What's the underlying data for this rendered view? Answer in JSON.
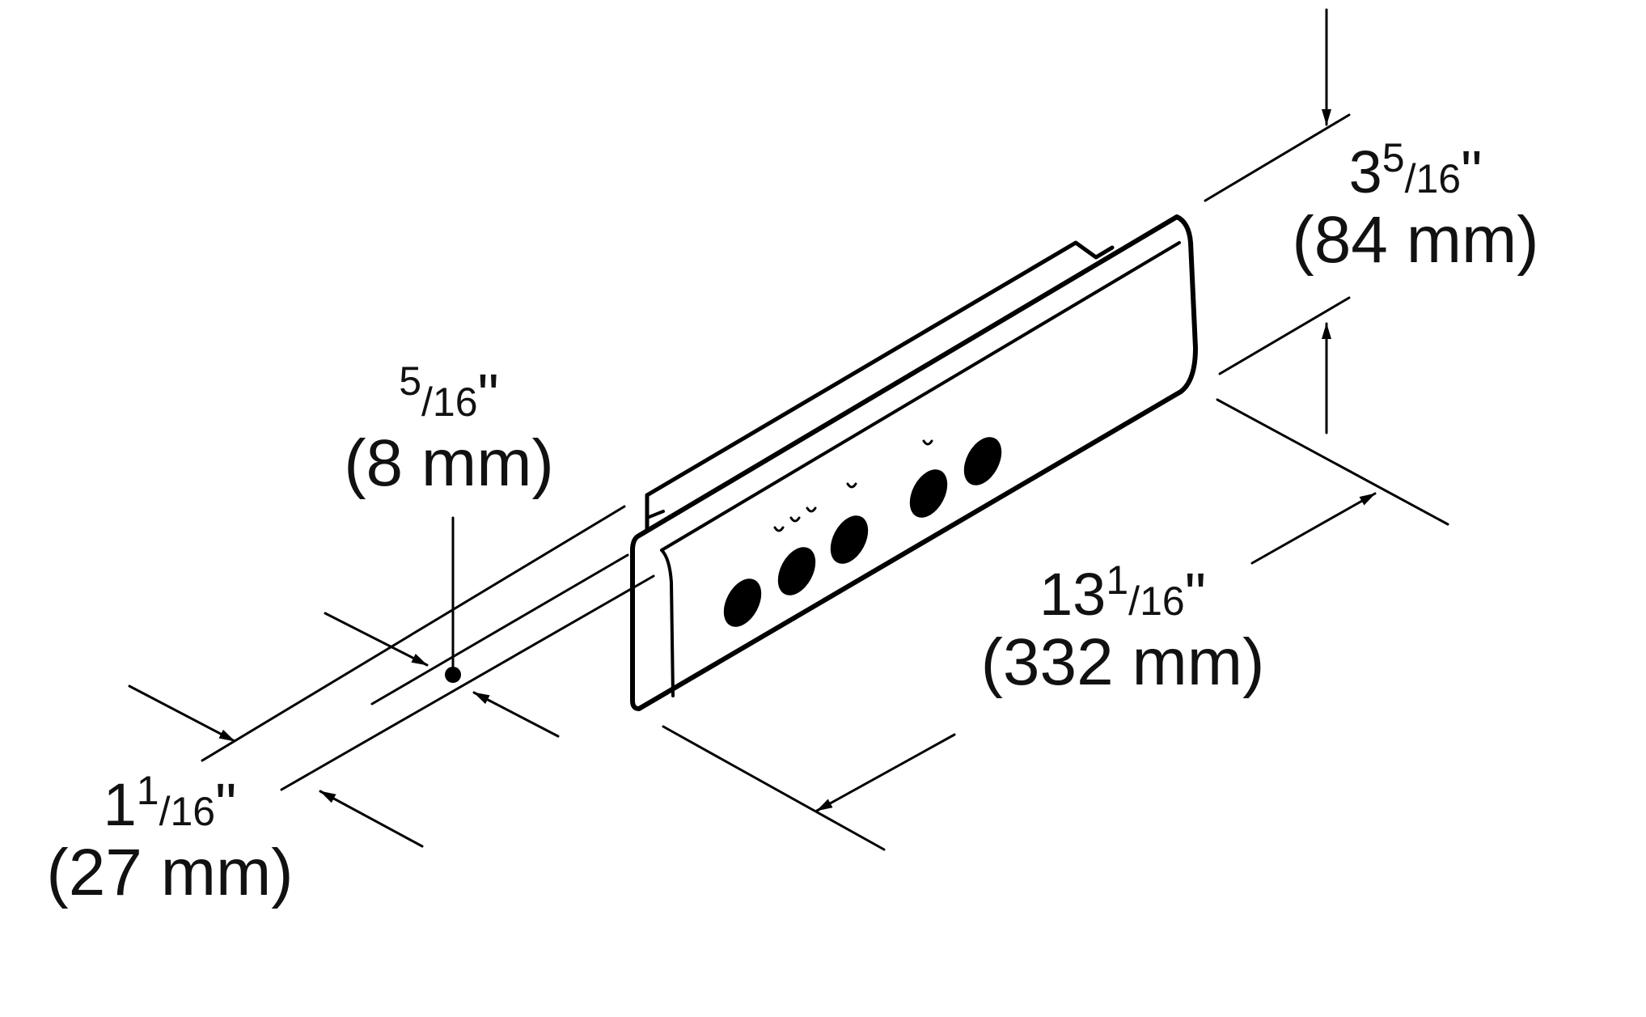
{
  "dimensions": {
    "height": {
      "whole": "3",
      "num": "5",
      "den": "16",
      "unit": "\"",
      "metric": "(84 mm)"
    },
    "width": {
      "whole": "13",
      "num": "1",
      "den": "16",
      "unit": "\"",
      "metric": "(332 mm)"
    },
    "depth": {
      "whole": "1",
      "num": "1",
      "den": "16",
      "unit": "\"",
      "metric": "(27 mm)"
    },
    "lip": {
      "whole": "",
      "num": "5",
      "den": "16",
      "unit": "\"",
      "metric": "(8 mm)"
    }
  },
  "colors": {
    "line": "#000000",
    "background": "#ffffff"
  }
}
